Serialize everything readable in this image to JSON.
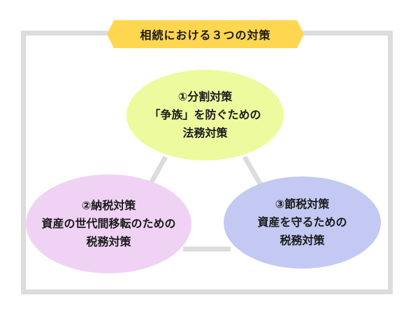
{
  "title": "相続における３つの対策",
  "colors": {
    "frame": "#dcdcdc",
    "banner": "#ffd64f",
    "circle_1": "#eefa9e",
    "circle_2": "#f0d3f4",
    "circle_3": "#c3c9f2"
  },
  "circles": [
    {
      "lines": [
        "①分割対策",
        "「争族」を防ぐための",
        "法務対策"
      ]
    },
    {
      "lines": [
        "②納税対策",
        "資産の世代間移転のための",
        "税務対策"
      ]
    },
    {
      "lines": [
        "③節税対策",
        "資産を守るための",
        "税務対策"
      ]
    }
  ]
}
